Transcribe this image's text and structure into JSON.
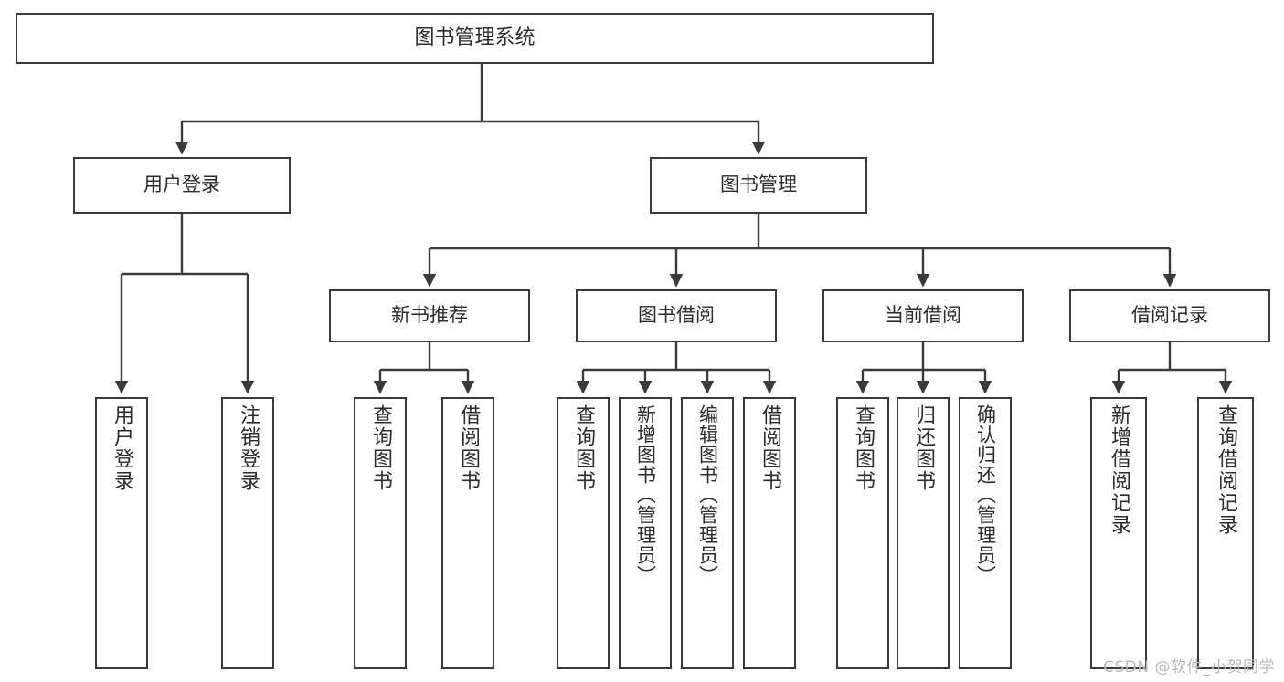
{
  "diagram": {
    "type": "tree",
    "title": "图书管理系统",
    "watermark": "CSDN @软件_小贺同学",
    "colors": {
      "stroke": "#3a3a3a",
      "text": "#2b2b2b",
      "background": "#ffffff",
      "watermark": "#b9b9b9"
    },
    "root": {
      "label": "图书管理系统"
    },
    "level1": [
      {
        "label": "用户登录"
      },
      {
        "label": "图书管理"
      }
    ],
    "level2": [
      {
        "label": "新书推荐"
      },
      {
        "label": "图书借阅"
      },
      {
        "label": "当前借阅"
      },
      {
        "label": "借阅记录"
      }
    ],
    "leaves": [
      {
        "label": "用户登录",
        "parent": "用户登录"
      },
      {
        "label": "注销登录",
        "parent": "用户登录"
      },
      {
        "label": "查询图书",
        "parent": "新书推荐"
      },
      {
        "label": "借阅图书",
        "parent": "新书推荐"
      },
      {
        "label": "查询图书",
        "parent": "图书借阅"
      },
      {
        "label": "新增图书（管理员）",
        "parent": "图书借阅"
      },
      {
        "label": "编辑图书（管理员）",
        "parent": "图书借阅"
      },
      {
        "label": "借阅图书",
        "parent": "图书借阅"
      },
      {
        "label": "查询图书",
        "parent": "当前借阅"
      },
      {
        "label": "归还图书",
        "parent": "当前借阅"
      },
      {
        "label": "确认归还（管理员）",
        "parent": "当前借阅"
      },
      {
        "label": "新增借阅记录",
        "parent": "借阅记录"
      },
      {
        "label": "查询借阅记录",
        "parent": "借阅记录"
      }
    ]
  }
}
